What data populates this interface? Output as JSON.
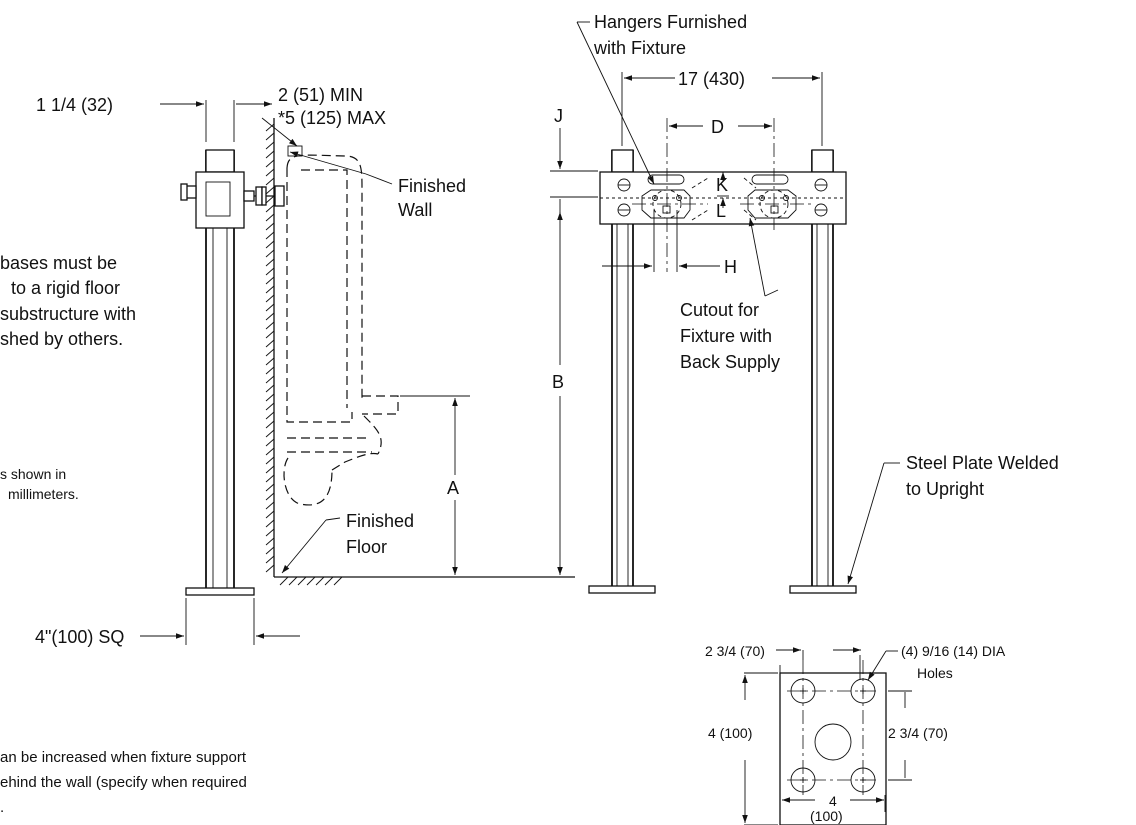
{
  "labels": {
    "dim_1_1_4": "1 1/4 (32)",
    "dim_min": "2 (51) MIN",
    "dim_max": "*5 (125) MAX",
    "finished_wall": [
      "Finished",
      "Wall"
    ],
    "note_bases": [
      "bases must be",
      "to a rigid floor",
      "substructure with",
      "shed by others."
    ],
    "note_units": [
      "s shown in",
      "millimeters."
    ],
    "finished_floor": [
      "Finished",
      "Floor"
    ],
    "dim_4sq": "4\"(100) SQ",
    "note_bottom": [
      "an be increased when fixture support",
      "ehind the wall (specify when required",
      "."
    ],
    "hangers": [
      "Hangers Furnished",
      "with Fixture"
    ],
    "dim_17": "17 (430)",
    "J": "J",
    "D": "D",
    "K": "K",
    "L": "L",
    "H": "H",
    "B": "B",
    "A": "A",
    "cutout": [
      "Cutout for",
      "Fixture with",
      "Back Supply"
    ],
    "steel_plate": [
      "Steel Plate Welded",
      "to Upright"
    ],
    "plate_top": "2 3/4 (70)",
    "plate_holes": [
      "(4) 9/16 (14) DIA",
      "Holes"
    ],
    "plate_left": "4 (100)",
    "plate_right": "2 3/4 (70)",
    "plate_bottom": [
      "4",
      "(100)"
    ]
  }
}
